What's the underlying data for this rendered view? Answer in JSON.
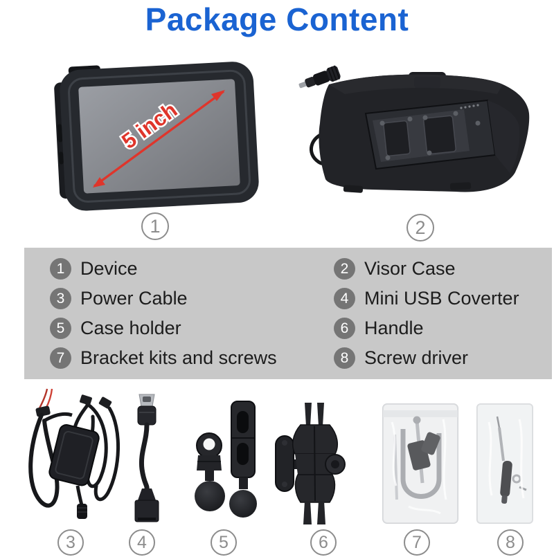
{
  "title": "Package Content",
  "colors": {
    "title_blue": "#1a63d2",
    "accent_red": "#df352b",
    "panel_bg": "#c8c8c8",
    "list_badge_gray": "#757575",
    "outline_badge_gray": "#8c8c8c"
  },
  "device_figure": {
    "badge": "1",
    "screen_size_label": "5 inch"
  },
  "visor_figure": {
    "badge": "2"
  },
  "contents_list": {
    "items": [
      {
        "num": "1",
        "label": "Device"
      },
      {
        "num": "2",
        "label": "Visor Case"
      },
      {
        "num": "3",
        "label": "Power Cable"
      },
      {
        "num": "4",
        "label": "Mini USB Coverter"
      },
      {
        "num": "5",
        "label": "Case holder"
      },
      {
        "num": "6",
        "label": "Handle"
      },
      {
        "num": "7",
        "label": "Bracket kits and screws"
      },
      {
        "num": "8",
        "label": "Screw driver"
      }
    ]
  },
  "bottom_figures": [
    {
      "badge": "3",
      "name": "Power Cable"
    },
    {
      "badge": "4",
      "name": "Mini USB Coverter"
    },
    {
      "badge": "5",
      "name": "Case holder"
    },
    {
      "badge": "6",
      "name": "Handle"
    },
    {
      "badge": "7",
      "name": "Bracket kits and screws"
    },
    {
      "badge": "8",
      "name": "Screw driver"
    }
  ]
}
